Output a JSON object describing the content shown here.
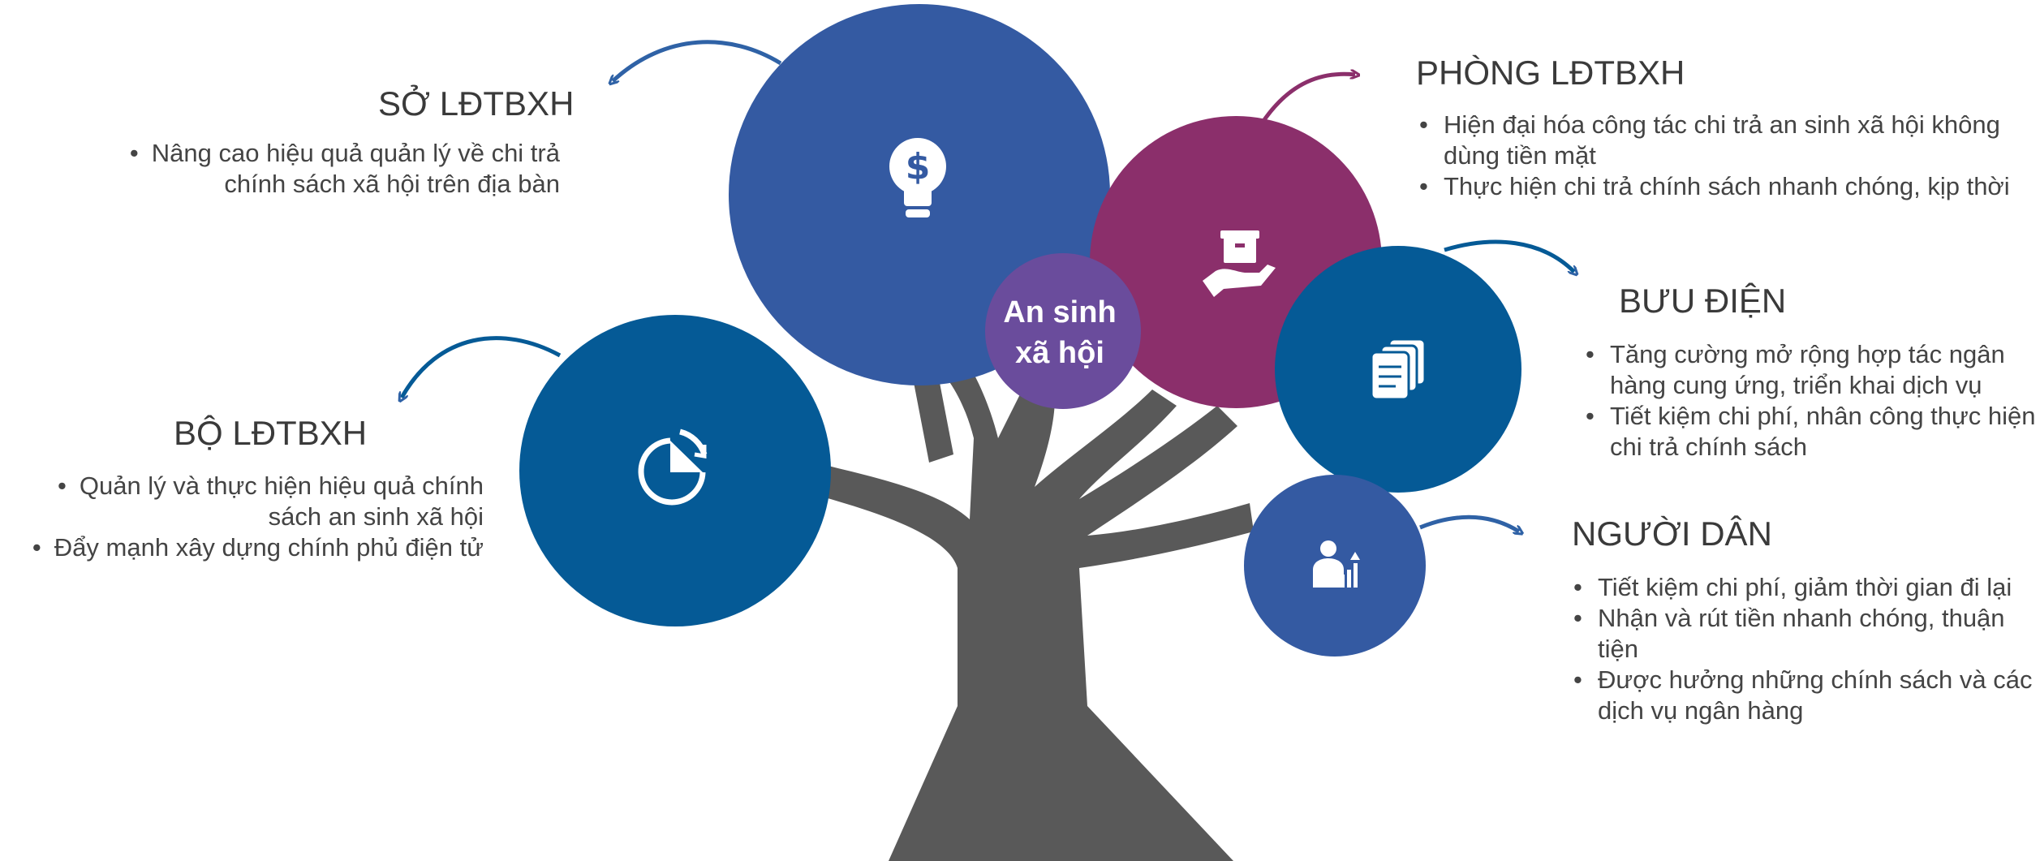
{
  "center": {
    "line1": "An sinh",
    "line2": "xã hội"
  },
  "colors": {
    "trunk": "#595959",
    "so": "#345aa2",
    "bo": "#055a96",
    "phong": "#8b2f6b",
    "buudien": "#055a96",
    "nguoidan": "#345aa2",
    "center": "#6a4c9c"
  },
  "nodes": {
    "so": {
      "icon": "dollar-lightbulb-icon",
      "title": "SỞ LĐTBXH",
      "items": [
        "Nâng cao hiệu quả quản lý về chi trả chính sách xã hội trên địa bàn"
      ]
    },
    "bo": {
      "icon": "pie-chart-refresh-icon",
      "title": "BỘ LĐTBXH",
      "items": [
        "Quản lý và thực hiện hiệu quả chính sách an sinh xã hội",
        "Đẩy mạnh xây dựng chính phủ điện tử"
      ]
    },
    "phong": {
      "icon": "hand-box-icon",
      "title": "PHÒNG LĐTBXH",
      "items": [
        "Hiện đại hóa công tác chi trả an sinh xã hội không dùng tiền mặt",
        "Thực hiện chi trả chính sách nhanh chóng, kịp thời"
      ]
    },
    "buudien": {
      "icon": "documents-icon",
      "title": "BƯU ĐIỆN",
      "items": [
        "Tăng cường mở rộng hợp tác ngân hàng cung ứng, triển khai dịch vụ",
        "Tiết kiệm chi phí, nhân công thực hiện chi trả chính sách"
      ]
    },
    "nguoidan": {
      "icon": "person-growth-chart-icon",
      "title": "NGƯỜI DÂN",
      "items": [
        "Tiết kiệm chi phí, giảm thời gian đi lại",
        "Nhận và rút tiền nhanh chóng, thuận tiện",
        "Được hưởng những chính sách và các dịch vụ ngân hàng"
      ]
    }
  }
}
